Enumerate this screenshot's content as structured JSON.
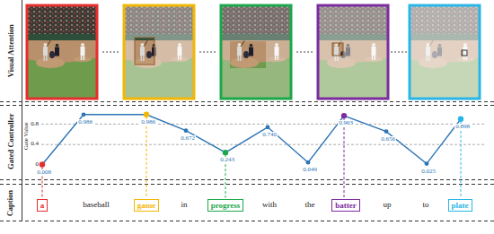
{
  "diagram": {
    "nodes": [
      {
        "text": [
          "a"
        ]
      },
      {
        "text": [
          "game"
        ]
      },
      {
        "text": [
          "progress"
        ]
      },
      {
        "text": [
          "batter"
        ]
      },
      {
        "text": [
          "plate"
        ]
      }
    ],
    "labels": [
      "Visual Attention",
      "Gated Controller",
      "Gate Value",
      "0.8",
      "0.4",
      "0",
      "0.008",
      "0.986",
      "0.986",
      "0.672",
      "0.243",
      "0.740",
      "0.049",
      "0.963",
      "0.656",
      "0.025",
      "0.898",
      "Caption",
      "baseball",
      "in",
      "with",
      "the",
      "up",
      "to"
    ]
  }
}
